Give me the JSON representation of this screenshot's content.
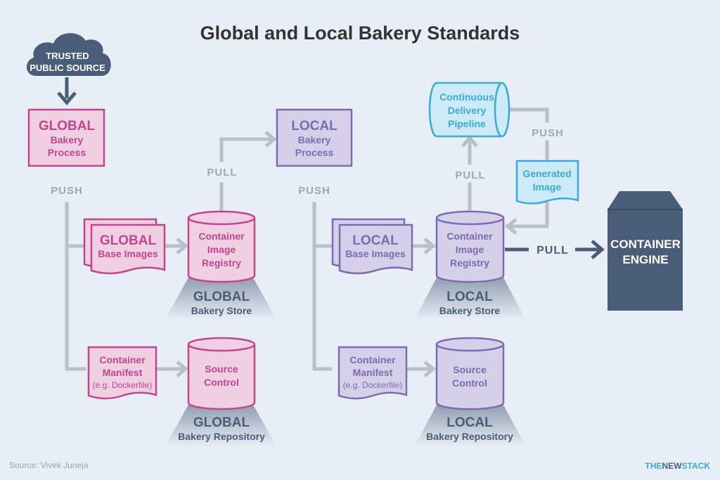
{
  "title": "Global and Local Bakery Standards",
  "source": "Source: Vivek Juneja",
  "brand": {
    "the": "THE",
    "new": "NEW",
    "stack": "STACK"
  },
  "colors": {
    "background": "#e8eef6",
    "global": "#c2458f",
    "global_fill": "#f1cfe2",
    "local": "#7c6bb0",
    "local_fill": "#d6cfea",
    "cd": "#3aa9dd",
    "cd_fill": "#cdeaf8",
    "dark": "#4a5d78",
    "connector": "#b9c0c9",
    "connector_label": "#a0a7b1"
  },
  "trusted_source": {
    "line1": "TRUSTED",
    "line2": "PUBLIC SOURCE"
  },
  "global_bakery": {
    "title": "GLOBAL",
    "line1": "Bakery",
    "line2": "Process"
  },
  "local_bakery": {
    "title": "LOCAL",
    "line1": "Bakery",
    "line2": "Process"
  },
  "global_images": {
    "title": "GLOBAL",
    "line1": "Base Images"
  },
  "local_images": {
    "title": "LOCAL",
    "line1": "Base Images"
  },
  "global_registry": {
    "line1": "Container",
    "line2": "Image",
    "line3": "Registry"
  },
  "local_registry": {
    "line1": "Container",
    "line2": "Image",
    "line3": "Registry"
  },
  "global_store": {
    "title": "GLOBAL",
    "subtitle": "Bakery Store"
  },
  "local_store": {
    "title": "LOCAL",
    "subtitle": "Bakery Store"
  },
  "global_manifest": {
    "line1": "Container",
    "line2": "Manifest",
    "line3": "(e.g. Dockerfile)"
  },
  "local_manifest": {
    "line1": "Container",
    "line2": "Manifest",
    "line3": "(e.g. Dockerfile)"
  },
  "global_source": {
    "line1": "Source",
    "line2": "Control"
  },
  "local_source": {
    "line1": "Source",
    "line2": "Control"
  },
  "global_repo": {
    "title": "GLOBAL",
    "subtitle": "Bakery Repository"
  },
  "local_repo": {
    "title": "LOCAL",
    "subtitle": "Bakery Repository"
  },
  "cd_pipeline": {
    "line1": "Continuous",
    "line2": "Delivery",
    "line3": "Pipeline"
  },
  "generated_image": {
    "line1": "Generated",
    "line2": "Image"
  },
  "container_engine": {
    "line1": "CONTAINER",
    "line2": "ENGINE"
  },
  "labels": {
    "push_global": "PUSH",
    "pull_global": "PULL",
    "push_local": "PUSH",
    "pull_cd": "PULL",
    "push_cd": "PUSH",
    "pull_engine": "PULL"
  }
}
